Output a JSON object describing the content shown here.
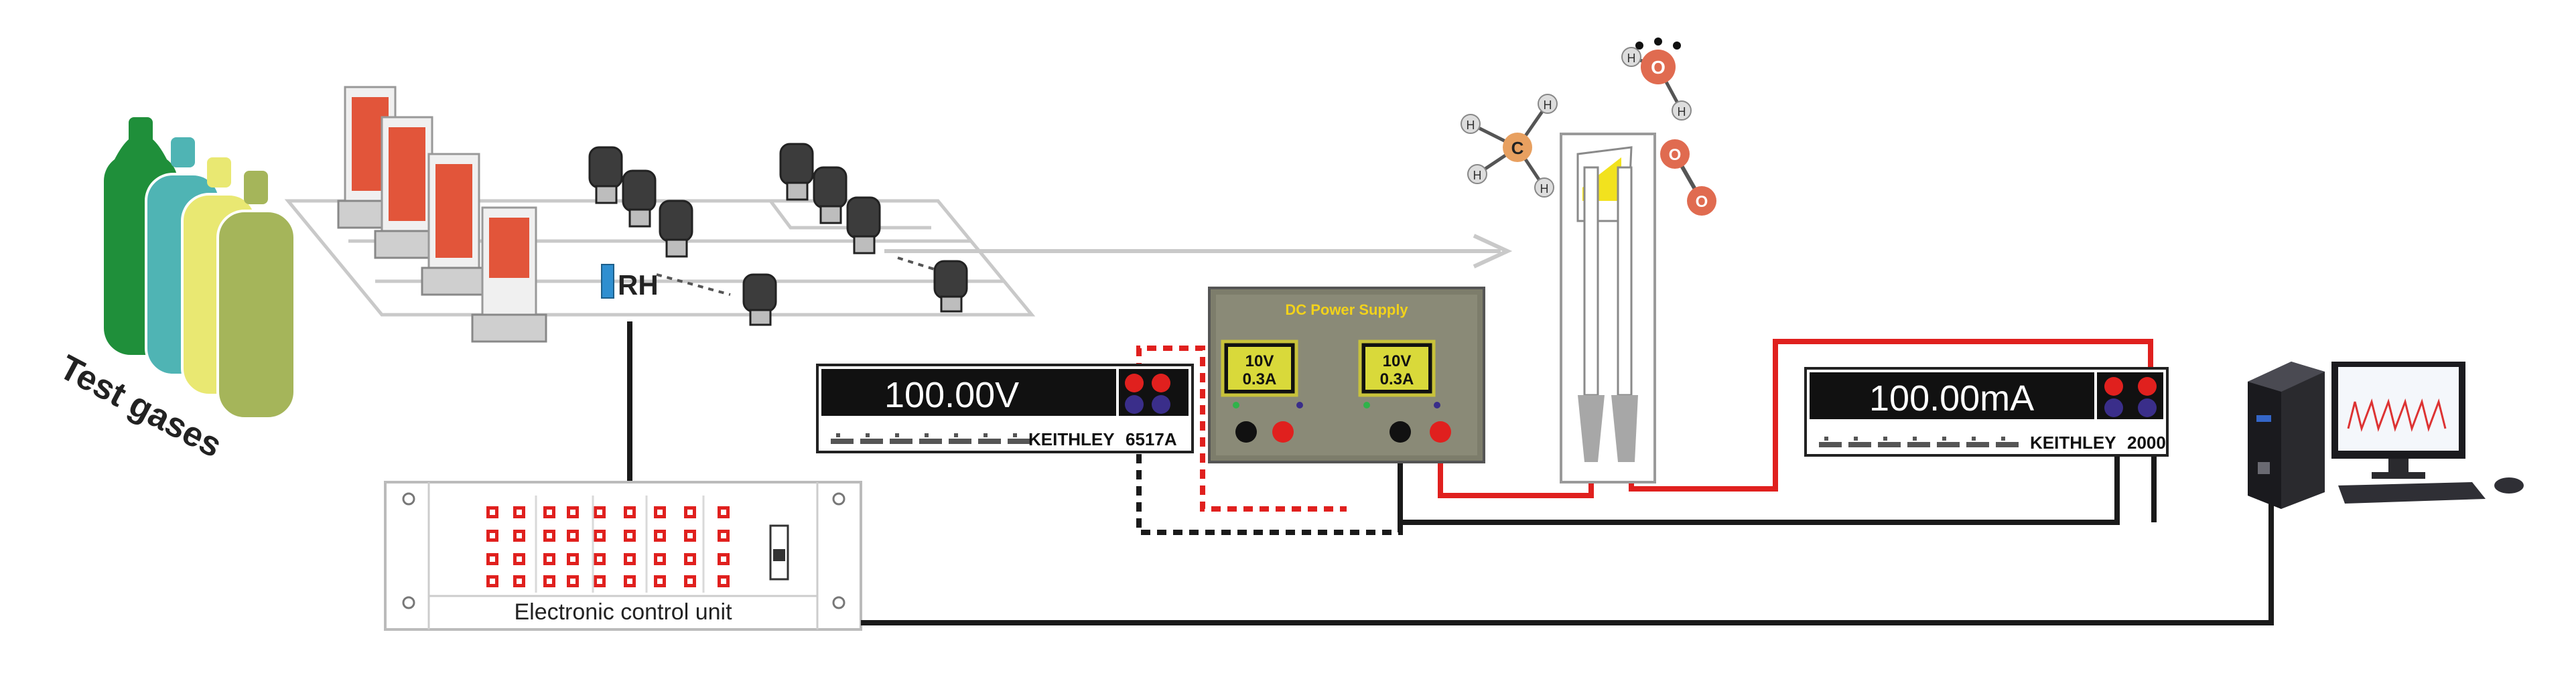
{
  "labels": {
    "test_gases": "Test gases",
    "rh": "RH",
    "electronic_control_unit": "Electronic control unit",
    "dc_power_supply": "DC Power Supply"
  },
  "voltmeter": {
    "display": "100.00V",
    "brand": "KEITHLEY",
    "model": "6517A"
  },
  "ammeter": {
    "display": "100.00mA",
    "brand": "KEITHLEY",
    "model": "2000"
  },
  "power_supply": {
    "left": {
      "voltage": "10V",
      "current": "0.3A"
    },
    "right": {
      "voltage": "10V",
      "current": "0.3A"
    }
  },
  "molecules": {
    "methane_center": "C",
    "methane_h": "H",
    "water_o": "O",
    "water_h": "H",
    "oxygen_atom": "O"
  },
  "colors": {
    "wire_red": "#e0201e",
    "wire_black": "#1a1a1a",
    "display_black": "#111111",
    "cylinder_colors": [
      "#1f8f3a",
      "#4fb4b4",
      "#e9e872",
      "#a5b55a"
    ],
    "mfc_red": "#e2553a",
    "rh_blue": "#2f8fd0"
  }
}
